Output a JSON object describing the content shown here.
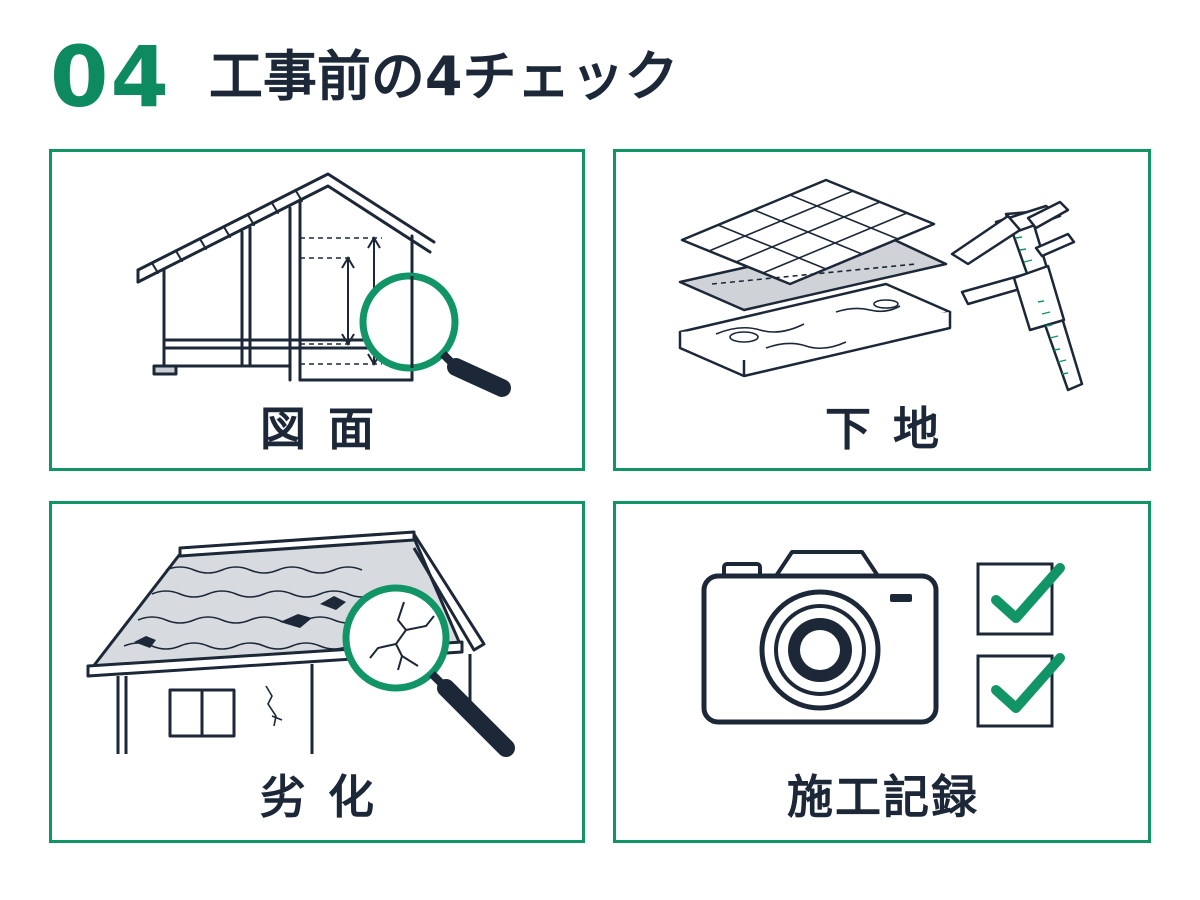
{
  "header": {
    "number": "04",
    "title": "工事前の4チェック"
  },
  "cards": [
    {
      "label": "図面",
      "icon": "house-blueprint-magnifier-icon"
    },
    {
      "label": "下地",
      "icon": "layers-caliper-icon"
    },
    {
      "label": "劣化",
      "icon": "damaged-roof-magnifier-icon"
    },
    {
      "label": "施工記録",
      "icon": "camera-checklist-icon"
    }
  ],
  "colors": {
    "accent": "#0d8a60",
    "border": "#129566",
    "ink": "#1c2838"
  }
}
